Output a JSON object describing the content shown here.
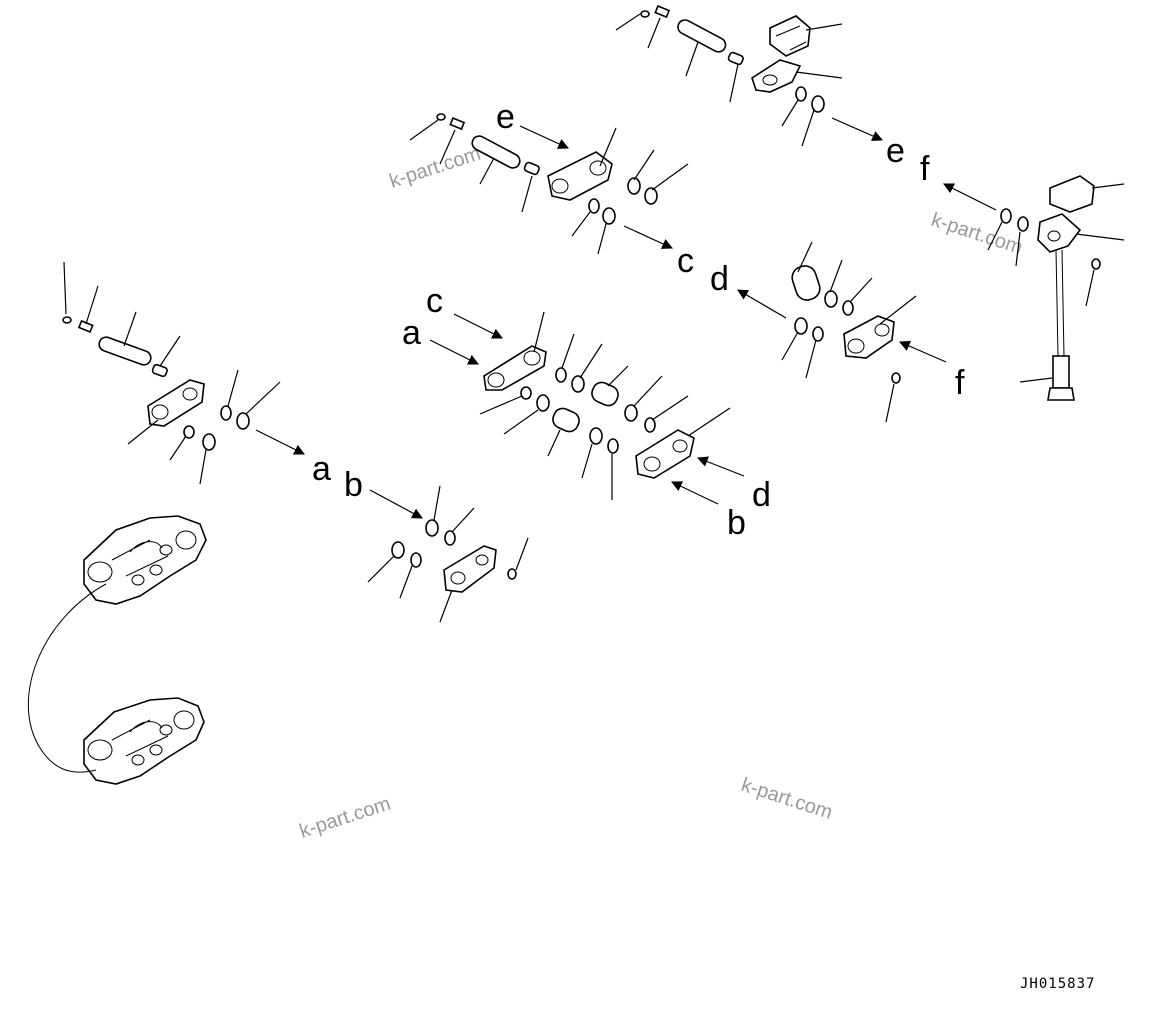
{
  "drawing_code": "JH015837",
  "watermark": "k-part.com",
  "callouts": {
    "a_left": "a",
    "b_left": "b",
    "a_mid": "a",
    "c_mid": "c",
    "b_right": "b",
    "d_right": "d",
    "c_top": "c",
    "d_top": "d",
    "e_top": "e",
    "e_right": "e",
    "f_right": "f",
    "f_low": "f"
  },
  "colors": {
    "line": "#000000",
    "watermark": "#9a9a9a",
    "background": "#ffffff"
  }
}
